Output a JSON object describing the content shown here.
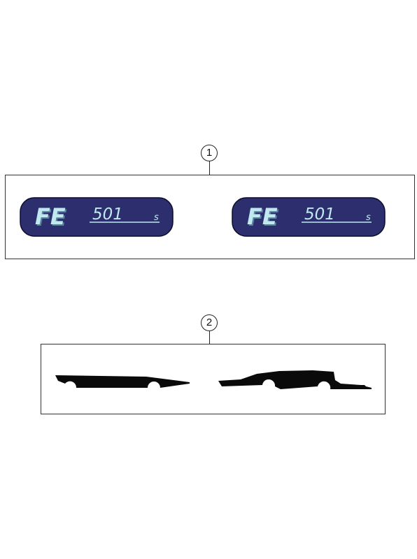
{
  "parts": [
    {
      "callout": "1",
      "decal_text": {
        "prefix": "FE",
        "model": "501",
        "suffix": "s"
      }
    },
    {
      "callout": "2"
    }
  ],
  "colors": {
    "decal_fill": "#2d2e6e",
    "decal_outline": "#0c0c2a",
    "decal_text": "#bfe9ee",
    "decal_text_shadow": "#5b7fa0",
    "silhouette": "#0a0a0a",
    "line": "#333333"
  }
}
